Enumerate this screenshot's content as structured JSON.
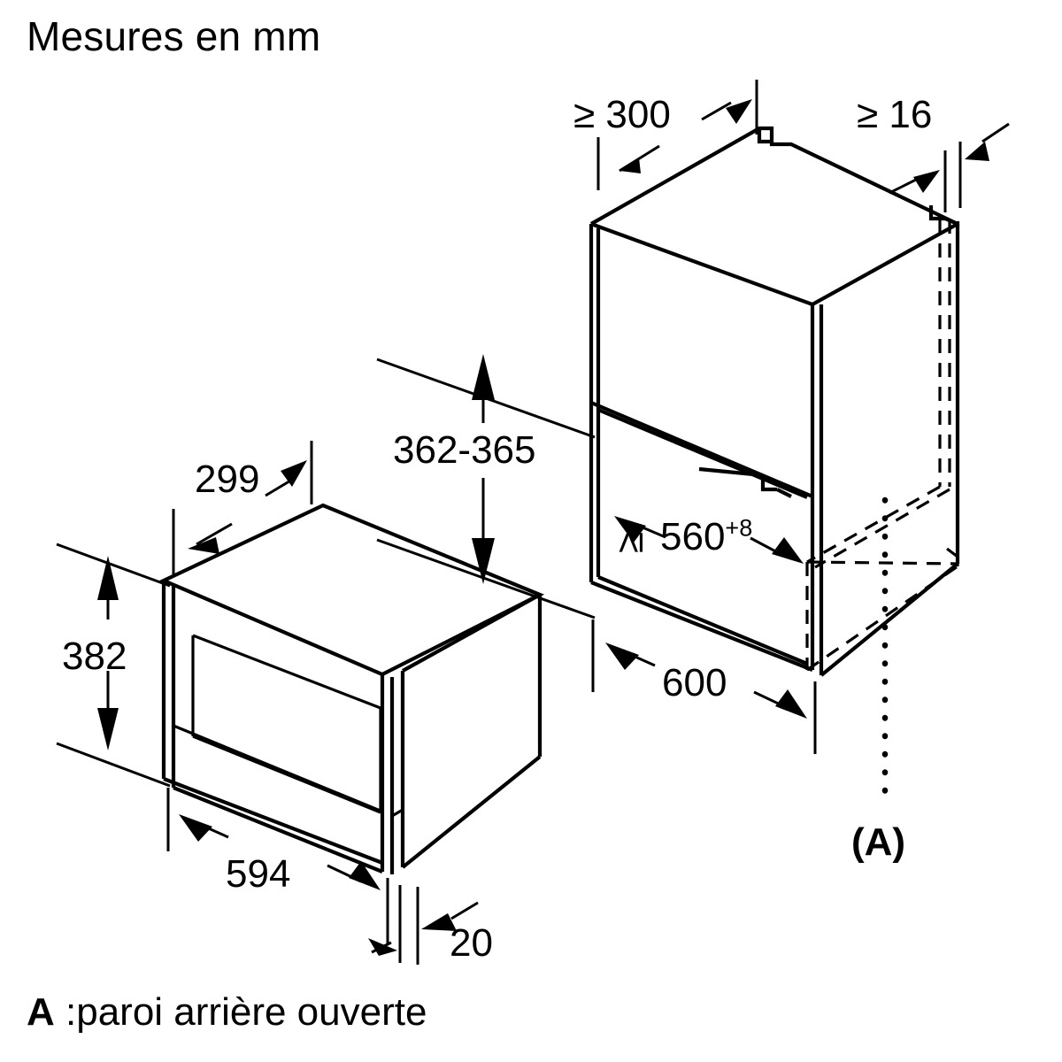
{
  "diagram": {
    "title": "Mesures en mm",
    "footnote_marker": "A",
    "footnote_text": " :paroi arrière ouverte",
    "callout_label": "(A)",
    "units": "mm",
    "ink_color": "#000000",
    "background_color": "#ffffff",
    "views": [
      {
        "name": "appliance",
        "description": "built-in microwave oven, isometric front-left view"
      },
      {
        "name": "cabinet-niche",
        "description": "installation niche / cabinet, isometric view with open rear wall shown dashed"
      }
    ],
    "dimensions": {
      "appliance": [
        {
          "id": "depth",
          "value": "299",
          "name": "appliance-depth"
        },
        {
          "id": "height",
          "value": "382",
          "name": "appliance-height"
        },
        {
          "id": "width",
          "value": "594",
          "name": "appliance-width"
        },
        {
          "id": "front-overhang",
          "value": "20",
          "name": "appliance-front-overhang"
        }
      ],
      "niche": [
        {
          "id": "clearance-top",
          "value": "≥ 300",
          "name": "niche-top-clearance"
        },
        {
          "id": "panel-thickness",
          "value": "≥ 16",
          "name": "niche-panel-thickness"
        },
        {
          "id": "niche-height",
          "value": "362-365",
          "name": "niche-height"
        },
        {
          "id": "niche-width",
          "value": "560",
          "value_sup": "+8",
          "prefix": "≥",
          "name": "niche-width"
        },
        {
          "id": "cabinet-width",
          "value": "600",
          "name": "cabinet-width"
        }
      ]
    }
  }
}
